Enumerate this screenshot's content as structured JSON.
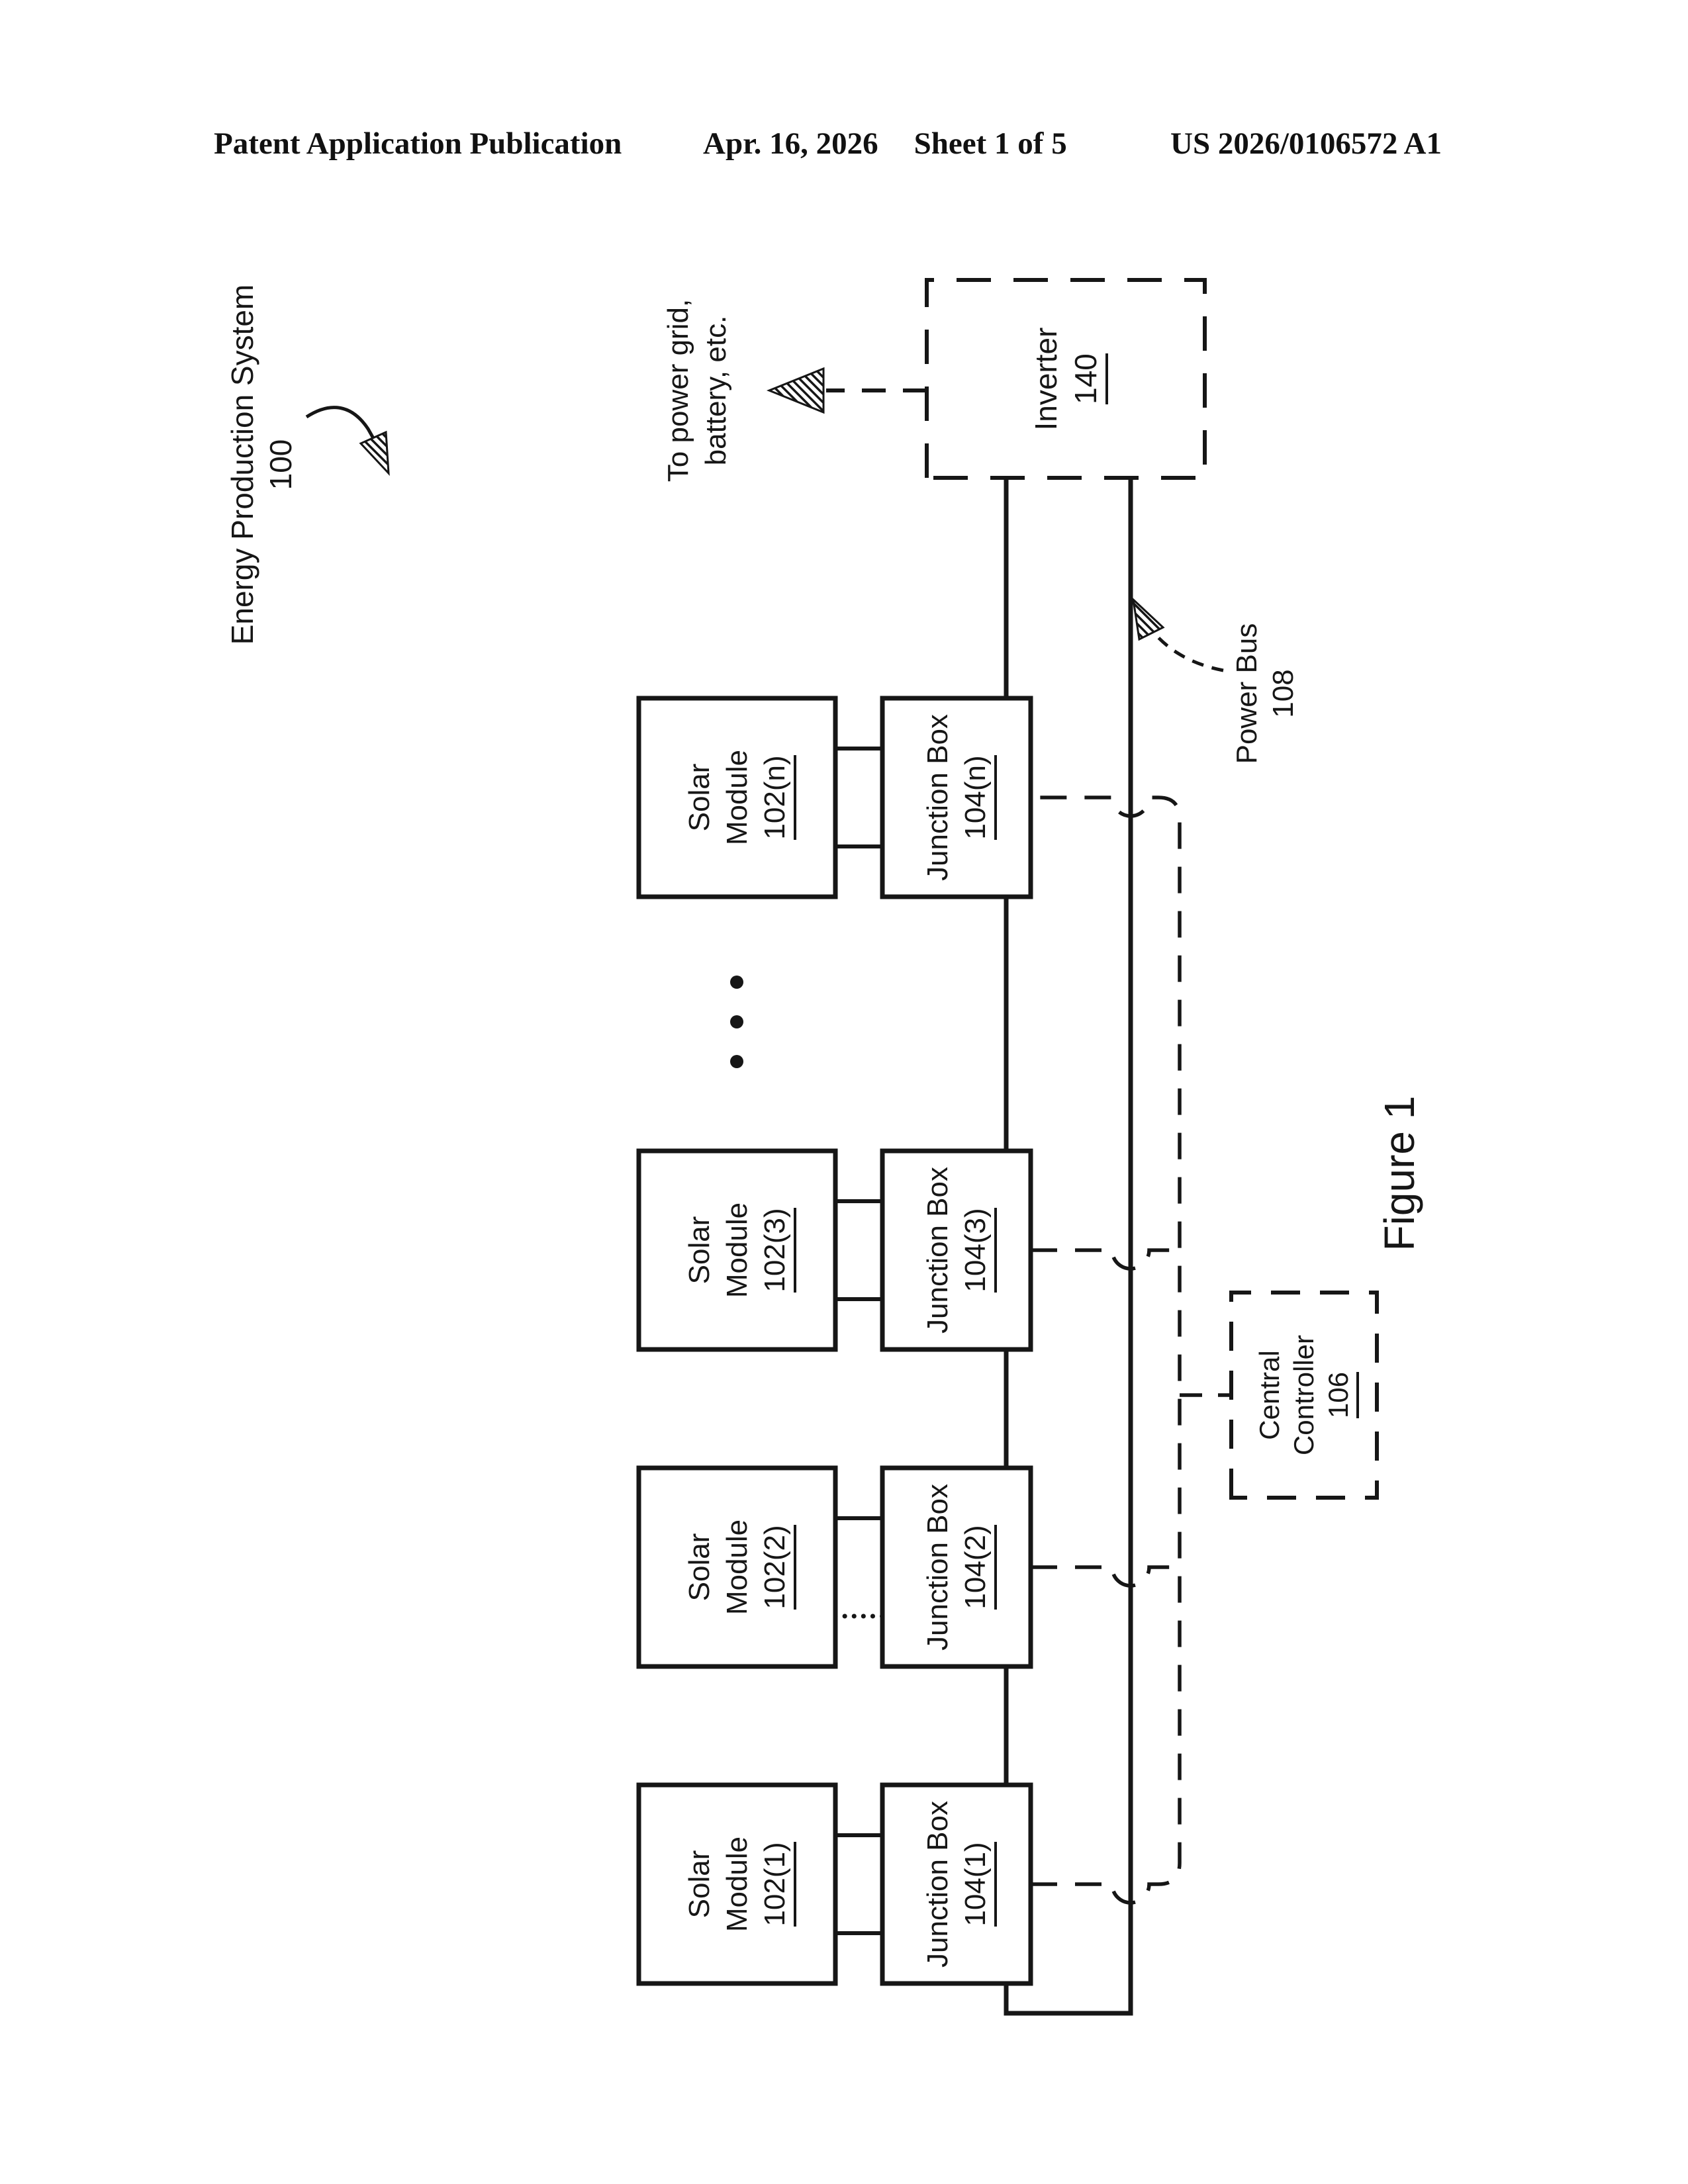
{
  "colors": {
    "paper": "#ffffff",
    "ink": "#161616"
  },
  "header": {
    "publication": "Patent Application Publication",
    "date": "Apr. 16, 2026",
    "sheet": "Sheet 1 of 5",
    "number": "US 2026/0106572 A1"
  },
  "figure": {
    "caption": "Figure 1",
    "system_label": {
      "title": "Energy Production System",
      "ref": "100"
    },
    "grid_label": {
      "line1": "To power grid,",
      "line2": "battery, etc."
    },
    "inverter": {
      "title": "Inverter",
      "ref": "140"
    },
    "power_bus": {
      "title": "Power Bus",
      "ref": "108"
    },
    "controller": {
      "line1": "Central",
      "line2": "Controller",
      "ref": "106"
    },
    "modules": [
      {
        "line1": "Solar",
        "line2": "Module",
        "ref": "102(1)",
        "junction_title": "Junction Box",
        "junction_ref": "104(1)"
      },
      {
        "line1": "Solar",
        "line2": "Module",
        "ref": "102(2)",
        "junction_title": "Junction Box",
        "junction_ref": "104(2)"
      },
      {
        "line1": "Solar",
        "line2": "Module",
        "ref": "102(3)",
        "junction_title": "Junction Box",
        "junction_ref": "104(3)"
      },
      {
        "line1": "Solar",
        "line2": "Module",
        "ref": "102(n)",
        "junction_title": "Junction Box",
        "junction_ref": "104(n)"
      }
    ],
    "icons": {
      "continuation_dots": "vertical-ellipsis",
      "arrow_heads": "hatched-triangle-arrowhead"
    }
  }
}
